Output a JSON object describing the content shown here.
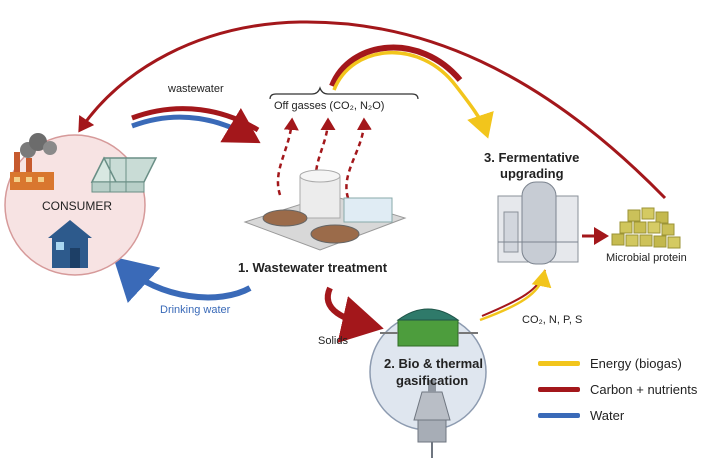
{
  "labels": {
    "wastewater": "wastewater",
    "off_gasses": "Off gasses (CO₂, N₂O)",
    "consumer": "CONSUMER",
    "drinking_water": "Drinking water",
    "wastewater_treatment": "1. Wastewater treatment",
    "fermentative_line1": "3. Fermentative",
    "fermentative_line2": "upgrading",
    "microbial_protein": "Microbial protein",
    "solids": "Solids",
    "co2_nps": "CO₂, N, P, S",
    "gasification_line1": "2. Bio & thermal",
    "gasification_line2": "gasification"
  },
  "legend": [
    {
      "label": "Energy (biogas)",
      "color": "#f2c51c"
    },
    {
      "label": "Carbon + nutrients",
      "color": "#a3171b"
    },
    {
      "label": "Water",
      "color": "#3a6ab8"
    }
  ],
  "colors": {
    "energy": "#f2c51c",
    "carbon": "#a3171b",
    "water": "#3a6ab8",
    "consumer_fill": "#f7e3e3",
    "consumer_stroke": "#d69a9a",
    "gasifier_fill": "#dfe6ef",
    "gasifier_stroke": "#8d9bb0"
  }
}
